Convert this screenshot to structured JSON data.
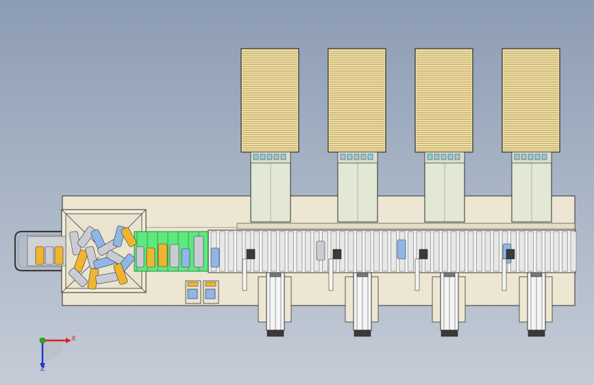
{
  "viewport": {
    "axis_x_label": "X",
    "axis_z_label": "Z",
    "axis_x_color": "#e02020",
    "axis_z_color": "#2030d0",
    "axis_y_color": "#20b020"
  },
  "machine": {
    "magazine_count": 4,
    "pusher_count": 4,
    "colors": {
      "frame": "#ede6d2",
      "outline": "#2a2a2a",
      "magazine": "#f1dfa4",
      "magazine_line": "#a8955a",
      "chute": "#e2e8d4",
      "green_belt": "#5fe87e",
      "can_gold": "#f0b530",
      "can_silver": "#c9cdd3",
      "can_blue": "#8fb6e6"
    }
  }
}
